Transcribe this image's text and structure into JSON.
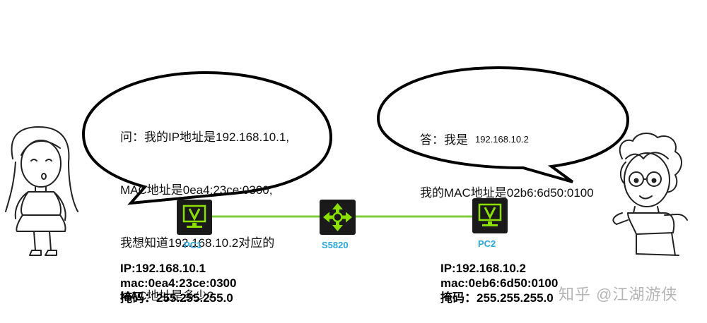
{
  "left_bubble": {
    "lines": [
      "问：我的IP地址是192.168.10.1,",
      "MAC地址是0ea4:23ce:0300,",
      "我想知道192.168.10.2对应的",
      "MAC地址是多少?"
    ]
  },
  "right_bubble": {
    "line1_prefix": "答：我是",
    "line1_ip": "192.168.10.2",
    "line2": "我的MAC地址是02b6:6d50:0100"
  },
  "devices": {
    "pc1": {
      "label": "PC1",
      "icon": "monitor-v-icon"
    },
    "switch": {
      "label": "S5820",
      "icon": "switch-arrows-icon"
    },
    "pc2": {
      "label": "PC2",
      "icon": "monitor-v-icon"
    }
  },
  "pc1_info": {
    "ip": "IP:192.168.10.1",
    "mac": "mac:0ea4:23ce:0300",
    "mask": "掩码：255.255.255.0"
  },
  "pc2_info": {
    "ip": "IP:192.168.10.2",
    "mac": "mac:0eb6:6d50:0100",
    "mask": "掩码：255.255.255.0"
  },
  "watermark": "知乎 @江湖游侠",
  "colors": {
    "device_fill": "#1a1a1a",
    "device_accent": "#8be000",
    "link": "#7ccf3a",
    "label": "#2aa6dc"
  }
}
